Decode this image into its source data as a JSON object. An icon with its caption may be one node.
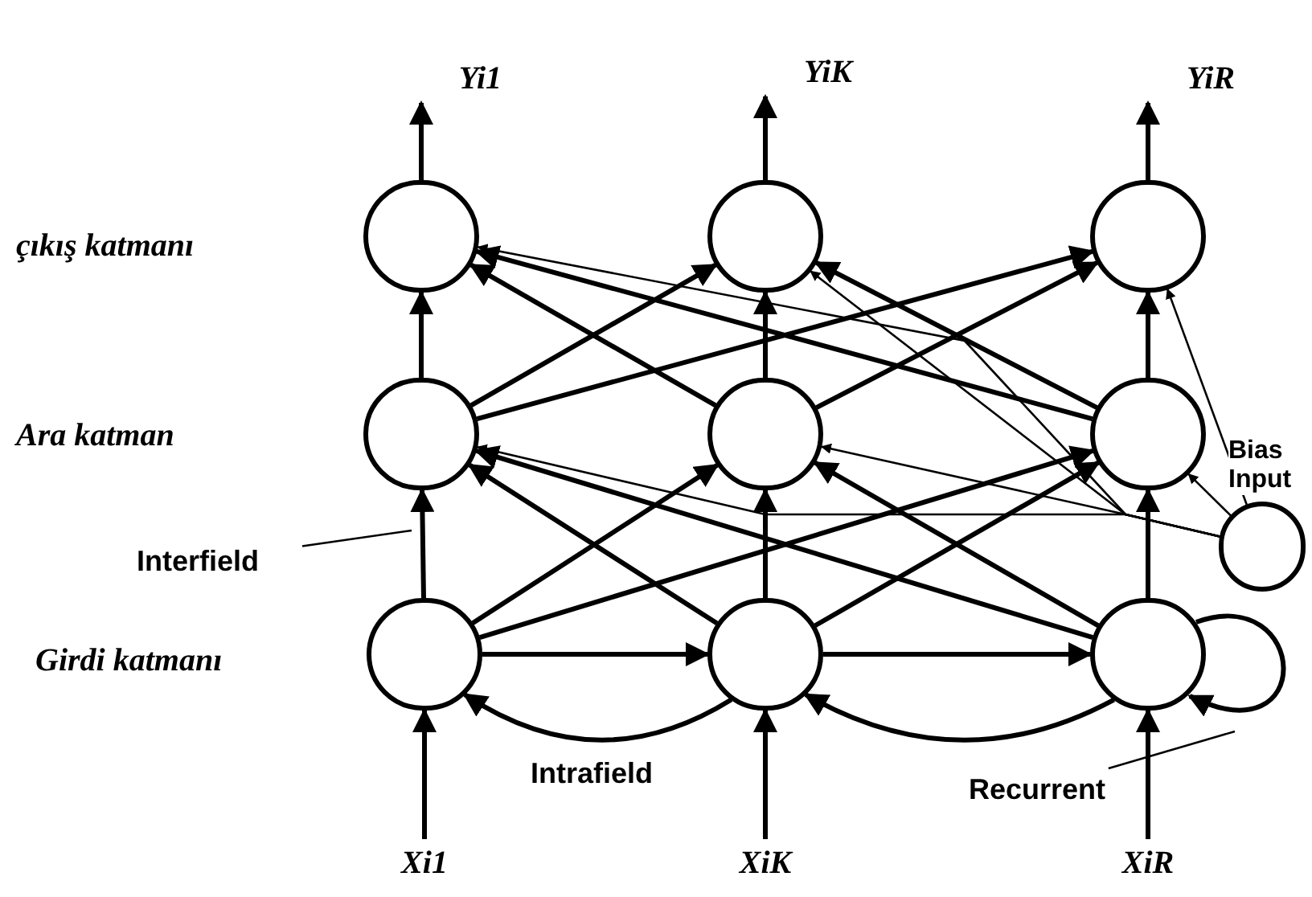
{
  "diagram": {
    "nodes": [
      {
        "text": [
          "Yi1"
        ]
      },
      {
        "text": [
          "YiK"
        ]
      },
      {
        "text": [
          "YiR"
        ]
      },
      {
        "text": [],
        "shape": "circle"
      },
      {
        "text": [],
        "shape": "circle"
      },
      {
        "text": [],
        "shape": "circle"
      },
      {
        "text": [],
        "shape": "circle"
      },
      {
        "text": [],
        "shape": "circle"
      },
      {
        "text": [],
        "shape": "circle"
      },
      {
        "text": [],
        "shape": "circle",
        "beside": [
          "Bias Input"
        ]
      },
      {
        "text": [],
        "shape": "circle"
      },
      {
        "text": [],
        "shape": "circle"
      },
      {
        "text": [],
        "shape": "circle"
      },
      {
        "text": [
          "Xi1"
        ]
      },
      {
        "text": [
          "XiK"
        ]
      },
      {
        "text": [
          "XiR"
        ]
      },
      {
        "text": [
          "Interfield"
        ]
      },
      {
        "text": [
          "Recurrent"
        ]
      }
    ],
    "edges": [
      {
        "from": 3,
        "to": 0,
        "arrow": "to"
      },
      {
        "from": 4,
        "to": 1,
        "arrow": "to"
      },
      {
        "from": 5,
        "to": 2,
        "arrow": "to"
      },
      {
        "from": 6,
        "to": 3,
        "arrow": "to"
      },
      {
        "from": 7,
        "to": 4,
        "arrow": "to"
      },
      {
        "from": 8,
        "to": 5,
        "arrow": "to"
      },
      {
        "from": 6,
        "to": 4,
        "arrow": "to"
      },
      {
        "from": 6,
        "to": 5,
        "arrow": "to"
      },
      {
        "from": 7,
        "to": 3,
        "arrow": "to"
      },
      {
        "from": 7,
        "to": 5,
        "arrow": "to"
      },
      {
        "from": 8,
        "to": 3,
        "arrow": "to"
      },
      {
        "from": 8,
        "to": 4,
        "arrow": "to"
      },
      {
        "from": 10,
        "to": 6,
        "arrow": "to"
      },
      {
        "from": 11,
        "to": 7,
        "arrow": "to"
      },
      {
        "from": 12,
        "to": 8,
        "arrow": "to"
      },
      {
        "from": 10,
        "to": 7,
        "arrow": "to"
      },
      {
        "from": 10,
        "to": 8,
        "arrow": "to"
      },
      {
        "from": 11,
        "to": 6,
        "arrow": "to"
      },
      {
        "from": 11,
        "to": 8,
        "arrow": "to"
      },
      {
        "from": 12,
        "to": 6,
        "arrow": "to"
      },
      {
        "from": 12,
        "to": 7,
        "arrow": "to"
      },
      {
        "from": 9,
        "to": 3,
        "arrow": "to"
      },
      {
        "from": 9,
        "to": 4,
        "arrow": "to"
      },
      {
        "from": 9,
        "to": 5,
        "arrow": "to"
      },
      {
        "from": 9,
        "to": 6,
        "arrow": "to"
      },
      {
        "from": 9,
        "to": 7,
        "arrow": "to"
      },
      {
        "from": 9,
        "to": 8,
        "arrow": "to"
      },
      {
        "from": 10,
        "to": 11,
        "arrow": "to"
      },
      {
        "from": 11,
        "to": 12,
        "arrow": "to"
      },
      {
        "from": 11,
        "to": 10,
        "arrow": "to"
      },
      {
        "from": 12,
        "to": 11,
        "arrow": "to"
      },
      {
        "from": 12,
        "to": 12,
        "arrow": "to"
      },
      {
        "from": 13,
        "to": 10,
        "arrow": "to"
      },
      {
        "from": 14,
        "to": 11,
        "arrow": "to"
      },
      {
        "from": 15,
        "to": 12,
        "arrow": "to"
      },
      {
        "from": 16,
        "to": null,
        "arrow": "none"
      },
      {
        "from": 17,
        "to": null,
        "arrow": "none"
      }
    ],
    "labels": [
      "çıkış katmanı",
      "Ara katman",
      "Girdi katmanı",
      "Intrafield"
    ]
  }
}
